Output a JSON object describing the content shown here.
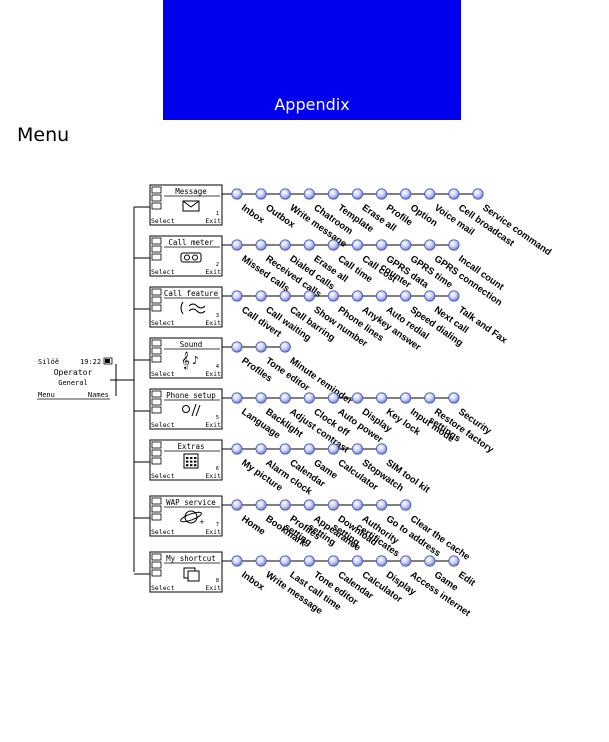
{
  "banner": {
    "title": "Appendix"
  },
  "heading": "Menu",
  "root_screen": {
    "status_left": "Silöê",
    "status_time": "19:22",
    "operator": "Operator",
    "profile": "General",
    "left_soft": "Menu",
    "right_soft": "Names"
  },
  "menus": [
    {
      "title": "Message",
      "number": "1",
      "icon": "envelope-icon",
      "items": [
        "Inbox",
        "Outbox",
        "Write message",
        "Chatroom",
        "Template",
        "Erase all",
        "Profile",
        "Option",
        "Voice mail",
        "Cell broadcast",
        "Service command"
      ]
    },
    {
      "title": "Call meter",
      "number": "2",
      "icon": "meter-icon",
      "items": [
        "Missed calls",
        "Received calls",
        "Dialed calls",
        "Erase all",
        "Call time",
        "Call cost",
        "GPRS data counter",
        "GPRS time",
        "GPRS connection",
        "Incall count"
      ]
    },
    {
      "title": "Call feature",
      "number": "3",
      "icon": "phone-handset-icon",
      "items": [
        "Call divert",
        "Call waiting",
        "Call barring",
        "Show number",
        "Phone lines",
        "Anykey answer",
        "Auto redial",
        "Speed dialing",
        "Next call",
        "Talk and Fax"
      ]
    },
    {
      "title": "Sound",
      "number": "4",
      "icon": "music-note-icon",
      "items": [
        "Profiles",
        "Tone editor",
        "Minute reminder"
      ]
    },
    {
      "title": "Phone setup",
      "number": "5",
      "icon": "tools-icon",
      "items": [
        "Language",
        "Backlight",
        "Adjust contrast",
        "Clock off",
        "Auto power",
        "Display",
        "Key lock",
        "Input mode",
        "Restore factory settings",
        "Security"
      ]
    },
    {
      "title": "Extras",
      "number": "6",
      "icon": "calculator-icon",
      "items": [
        "My picture",
        "Alarm clock",
        "Calendar",
        "Game",
        "Calculator",
        "Stopwatch",
        "SIM tool kit"
      ]
    },
    {
      "title": "WAP service",
      "number": "7",
      "icon": "globe-icon",
      "items": [
        "Home",
        "Bookmark",
        "Profiles setting",
        "Appearance setting",
        "Download setting",
        "Authority certificates",
        "Go to address",
        "Clear the cache"
      ]
    },
    {
      "title": "My shortcut",
      "number": "8",
      "icon": "shortcut-icon",
      "items": [
        "Inbox",
        "Write message",
        "Last call time",
        "Tone editor",
        "Calendar",
        "Calculator",
        "Display",
        "Access internet",
        "Game",
        "Edit"
      ]
    }
  ],
  "softkeys": {
    "left": "Select",
    "right": "Exit"
  }
}
